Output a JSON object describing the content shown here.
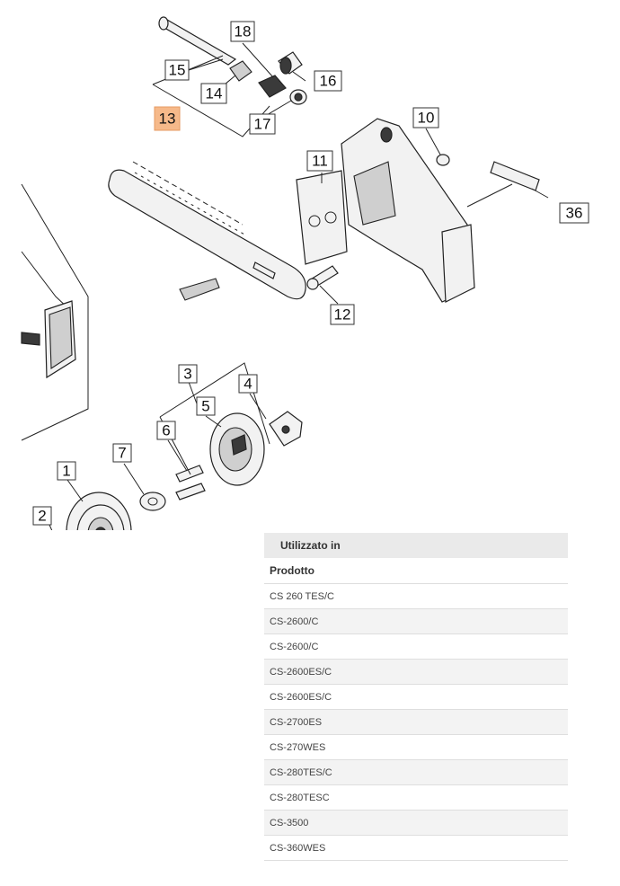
{
  "diagram": {
    "selected_callout": "13",
    "callouts": {
      "c1": "1",
      "c2": "2",
      "c3": "3",
      "c4": "4",
      "c5": "5",
      "c6": "6",
      "c7": "7",
      "c10": "10",
      "c11": "11",
      "c12": "12",
      "c13": "13",
      "c14": "14",
      "c15": "15",
      "c16": "16",
      "c17": "17",
      "c18": "18",
      "c36": "36"
    },
    "colors": {
      "selected_fill": "#f6b98a",
      "line": "#222222"
    }
  },
  "used_in": {
    "title": "Utilizzato in",
    "column_header": "Prodotto",
    "products": [
      "CS 260 TES/C",
      "CS-2600/C",
      "CS-2600/C",
      "CS-2600ES/C",
      "CS-2600ES/C",
      "CS-2700ES",
      "CS-270WES",
      "CS-280TES/C",
      "CS-280TESC",
      "CS-3500",
      "CS-360WES"
    ]
  }
}
